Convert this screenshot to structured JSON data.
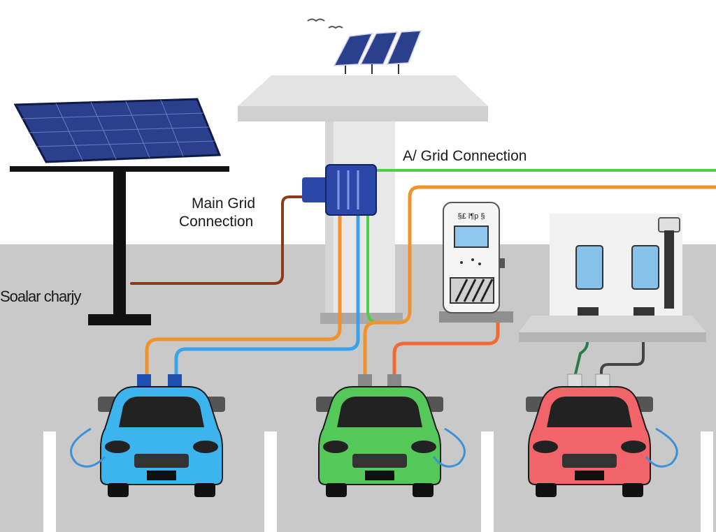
{
  "labels": {
    "solar": "Soalar charjy",
    "main_grid_line1": "Main Grid",
    "main_grid_line2": "Connection",
    "ai_grid": "A/ Grid Connection",
    "charger_screen": "§£ l¶p §"
  },
  "colors": {
    "sky": "#ffffff",
    "ground": "#c9c9c9",
    "solar_panel": "#2b3f8f",
    "wire_brown": "#8b3a1a",
    "wire_orange": "#f0932b",
    "wire_blue": "#3aa3e8",
    "wire_green": "#4cd04c",
    "wire_red_orange": "#f26a33",
    "car_blue": "#3cb4ee",
    "car_green": "#55c85a",
    "car_red": "#f0646a",
    "junction_box": "#2b47a8"
  },
  "icons": {
    "solar_panel_large": "solar-panel-icon",
    "solar_panel_roof": "roof-solar-panels-icon",
    "junction_box": "junction-box-icon",
    "charger_kiosk": "charging-kiosk-icon",
    "wall_charger": "wall-charging-station-icon",
    "car": "car-icon",
    "birds": "birds-icon"
  },
  "cars": [
    {
      "name": "blue-car",
      "color_key": "car_blue"
    },
    {
      "name": "green-car",
      "color_key": "car_green"
    },
    {
      "name": "red-car",
      "color_key": "car_red"
    }
  ]
}
